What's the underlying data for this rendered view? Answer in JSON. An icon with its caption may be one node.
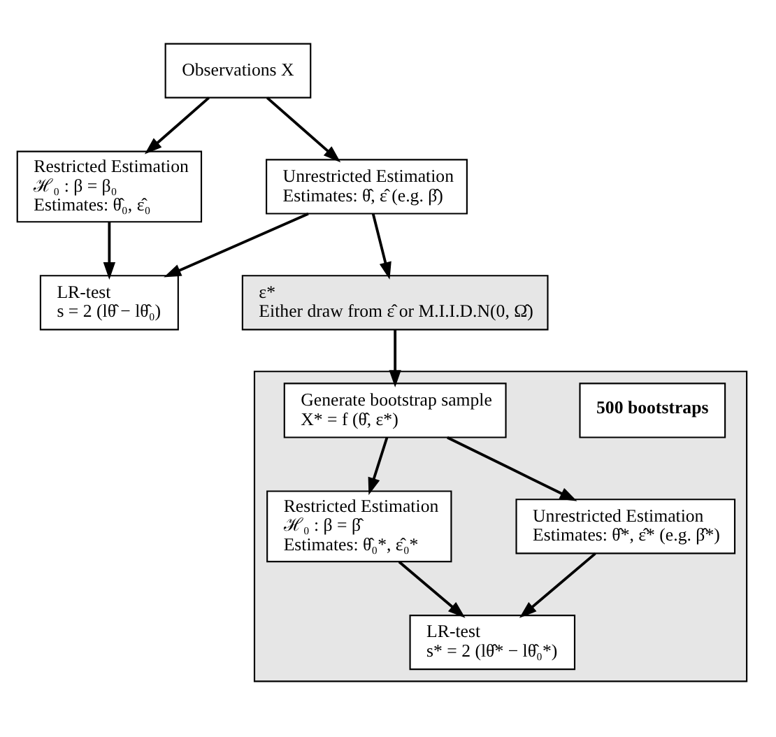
{
  "diagram": {
    "nodes": [
      {
        "text": [
          "Observations X"
        ]
      },
      {
        "text": [
          "Restricted Estimation",
          "ℋ₀ : β = β₀",
          "Estimates: θ̂₀, ε̂₀"
        ]
      },
      {
        "text": [
          "Unrestricted Estimation",
          "Estimates: θ̂, ε̂ (e.g. β̂)"
        ]
      },
      {
        "text": [
          "LR-test",
          "s = 2 (lθ̂ − lθ̂₀)"
        ]
      },
      {
        "text": [],
        "shape": "box"
      },
      {
        "text": [
          "500 bootstraps"
        ],
        "in": 4
      },
      {
        "text": [
          "ε*",
          "Either draw from ε̂ or M.I.I.D.N(0, Ω̂)"
        ]
      },
      {
        "text": [
          "Generate bootstrap sample",
          "X* = f (θ̂, ε*)"
        ],
        "in": 4
      },
      {
        "text": [
          "Restricted Estimation",
          "ℋ₀ : β = β̂",
          "Estimates: θ̂₀*, ε̂₀*"
        ],
        "in": 4
      },
      {
        "text": [
          "Unrestricted Estimation",
          "Estimates: θ̂*, ε̂* (e.g. β̂*)"
        ],
        "in": 4
      },
      {
        "text": [
          "LR-test",
          "s* = 2 (lθ̂* − lθ̂₀*)"
        ],
        "in": 4
      }
    ],
    "edges": [
      {
        "from": 0,
        "to": 1,
        "arrow": "to"
      },
      {
        "from": 0,
        "to": 2,
        "arrow": "to"
      },
      {
        "from": 1,
        "to": 3,
        "arrow": "to"
      },
      {
        "from": 2,
        "to": 3,
        "arrow": "to"
      },
      {
        "from": 2,
        "to": 6,
        "arrow": "to"
      },
      {
        "from": 6,
        "to": 7,
        "arrow": "to"
      },
      {
        "from": 7,
        "to": 8,
        "arrow": "to"
      },
      {
        "from": 7,
        "to": 9,
        "arrow": "to"
      },
      {
        "from": 8,
        "to": 10,
        "arrow": "to"
      },
      {
        "from": 9,
        "to": 10,
        "arrow": "to"
      }
    ]
  }
}
